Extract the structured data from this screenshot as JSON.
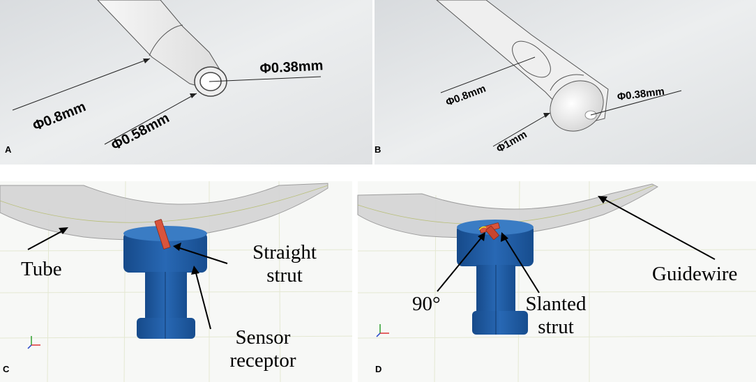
{
  "panels": {
    "a": {
      "letter": "A",
      "labels": {
        "outer": "Φ0.8mm",
        "middle": "Φ0.58mm",
        "inner": "Φ0.38mm"
      }
    },
    "b": {
      "letter": "B",
      "labels": {
        "outer": "Φ0.8mm",
        "tip": "Φ1mm",
        "inner": "Φ0.38mm"
      }
    },
    "c": {
      "letter": "C",
      "labels": {
        "tube": "Tube",
        "strut_line1": "Straight",
        "strut_line2": "strut",
        "sensor_line1": "Sensor",
        "sensor_line2": "receptor"
      }
    },
    "d": {
      "letter": "D",
      "labels": {
        "angle": "90°",
        "strut_line1": "Slanted",
        "strut_line2": "strut",
        "guidewire": "Guidewire"
      }
    }
  },
  "colors": {
    "receptor_blue": "#1f5ea8",
    "strut_red": "#d9543c",
    "tube_gray": "#d4d4d4",
    "background_gray": "#e4e6e8"
  }
}
